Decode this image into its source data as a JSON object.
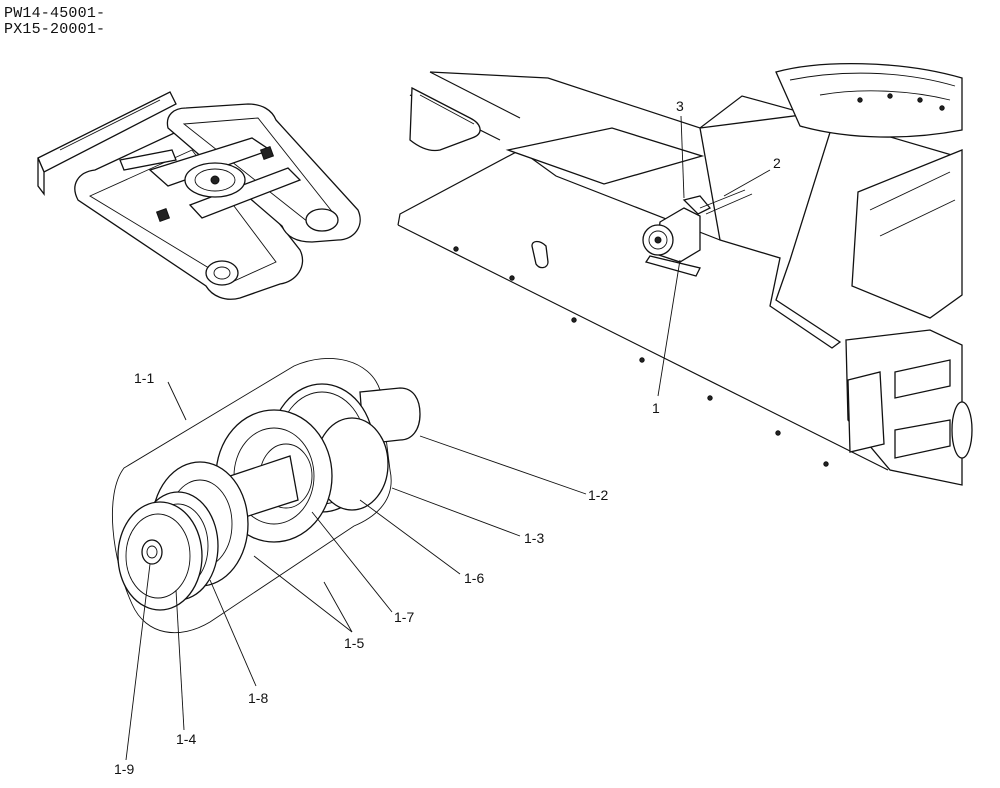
{
  "serials": [
    "PW14-45001-",
    "PX15-20001-"
  ],
  "callouts": {
    "c1": "1",
    "c2": "2",
    "c3": "3",
    "c1_1": "1-1",
    "c1_2": "1-2",
    "c1_3": "1-3",
    "c1_4": "1-4",
    "c1_5": "1-5",
    "c1_6": "1-6",
    "c1_7": "1-7",
    "c1_8": "1-8",
    "c1_9": "1-9"
  }
}
